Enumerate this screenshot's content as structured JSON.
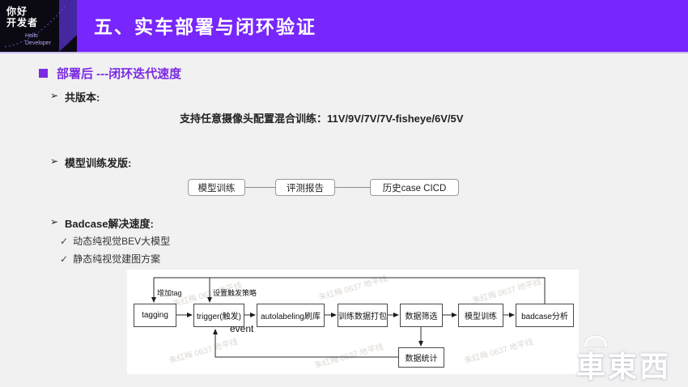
{
  "colors": {
    "header_bg": "#7726fb",
    "accent_purple": "#7b2be2",
    "page_bg": "#f1f1f2",
    "panel_bg": "#ffffff"
  },
  "logo": {
    "line1": "你好",
    "line2": "开发者",
    "sub_line1": "Hello",
    "sub_line2": "Developer"
  },
  "header": {
    "title": "五、实车部署与闭环验证"
  },
  "content": {
    "section_heading": "部署后 ---闭环迭代速度",
    "bullet_marker": "➢",
    "item_version_label": "共版本:",
    "version_support_text": "支持任意摄像头配置混合训练：11V/9V/7V/7V-fisheye/6V/5V",
    "item_release_label": "模型训练发版:",
    "release_flow_nodes": [
      "模型训练",
      "评测报告",
      "历史case CICD"
    ],
    "item_badcase_label": "Badcase解决速度:",
    "check_mark": "✓",
    "badcase_items": [
      "动态纯视觉BEV大模型",
      "静态纯视觉建图方案"
    ]
  },
  "flowchart": {
    "main_nodes": [
      "tagging",
      "trigger(触发)",
      "autolabeling刷库",
      "训练数据打包",
      "数据筛选",
      "模型训练",
      "badcase分析"
    ],
    "stats_node": "数据统计",
    "label_add_tag": "增加tag",
    "label_set_trigger": "设置触发策略",
    "label_event": "event",
    "watermark_text": "朱红梅 0637 地平线",
    "edges": [
      "tagging→trigger(触发)",
      "trigger(触发)→autolabeling刷库",
      "autolabeling刷库→训练数据打包",
      "训练数据打包→数据筛选",
      "数据筛选→模型训练",
      "模型训练→badcase分析",
      "badcase分析→tagging",
      "badcase分析→trigger(触发)",
      "数据筛选→数据统计",
      "数据统计→trigger(触发)"
    ]
  },
  "brand_watermark": "車東西"
}
